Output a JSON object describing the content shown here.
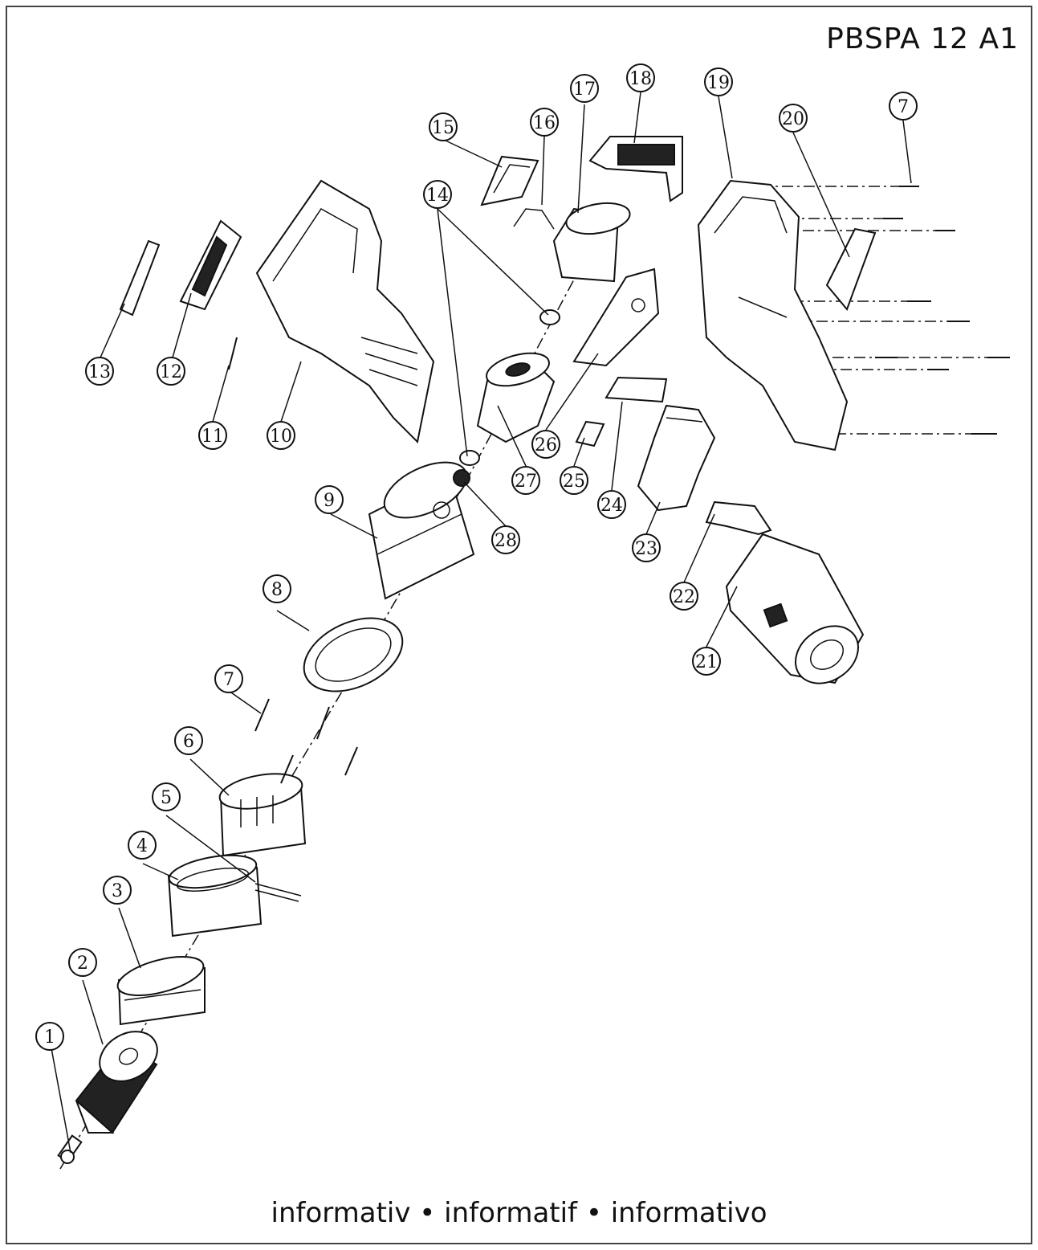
{
  "header": {
    "model": "PBSPA 12 A1"
  },
  "footer": {
    "text": "informativ • informatif • informativo"
  },
  "callouts": [
    {
      "num": "1"
    },
    {
      "num": "2"
    },
    {
      "num": "3"
    },
    {
      "num": "4"
    },
    {
      "num": "5"
    },
    {
      "num": "6"
    },
    {
      "num": "7"
    },
    {
      "num": "8"
    },
    {
      "num": "9"
    },
    {
      "num": "10"
    },
    {
      "num": "11"
    },
    {
      "num": "12"
    },
    {
      "num": "13"
    },
    {
      "num": "14"
    },
    {
      "num": "15"
    },
    {
      "num": "16"
    },
    {
      "num": "17"
    },
    {
      "num": "18"
    },
    {
      "num": "19"
    },
    {
      "num": "20"
    },
    {
      "num": "7"
    },
    {
      "num": "21"
    },
    {
      "num": "22"
    },
    {
      "num": "23"
    },
    {
      "num": "24"
    },
    {
      "num": "25"
    },
    {
      "num": "26"
    },
    {
      "num": "27"
    },
    {
      "num": "28"
    }
  ]
}
